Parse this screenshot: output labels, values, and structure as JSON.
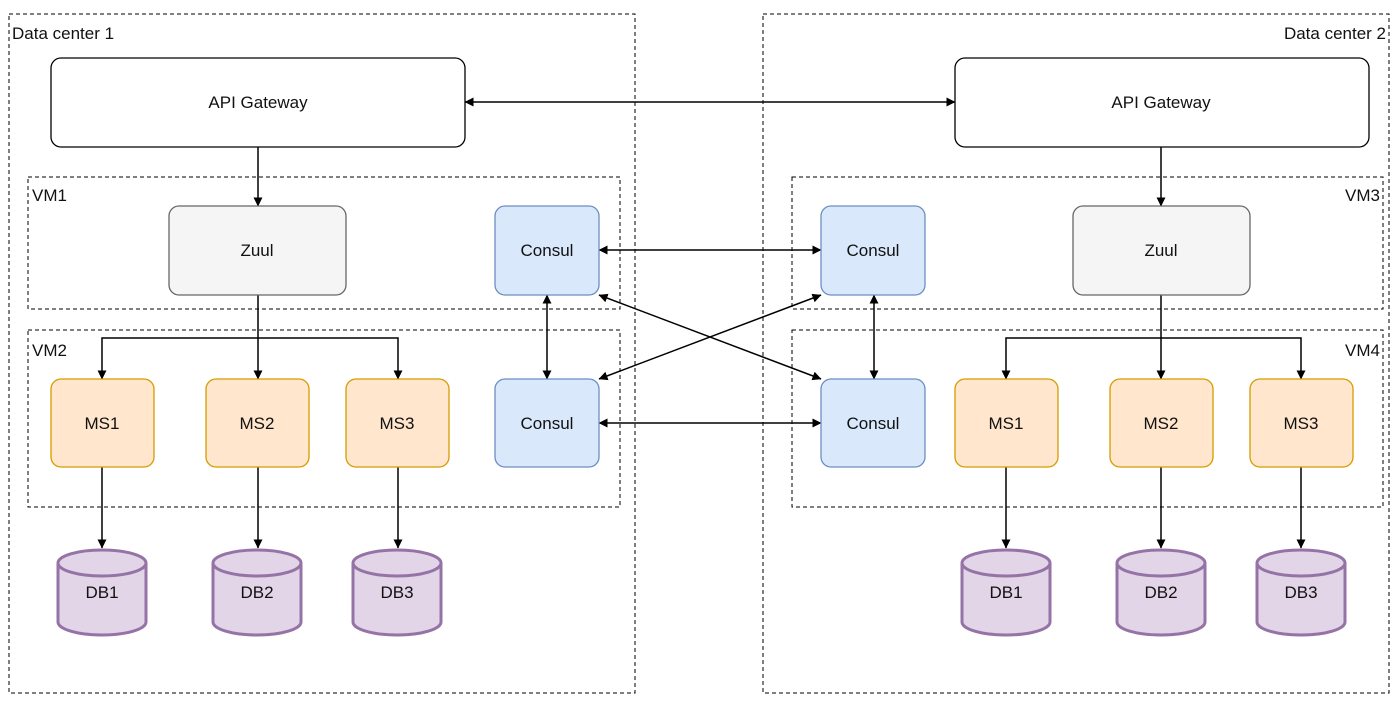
{
  "colors": {
    "gateway_fill": "#ffffff",
    "zuul_fill": "#f5f5f5",
    "zuul_stroke": "#666666",
    "consul_fill": "#dae8fc",
    "consul_stroke": "#6c8ebf",
    "ms_fill": "#ffe6cc",
    "ms_stroke": "#d79b00",
    "db_fill": "#e1d5e7",
    "db_stroke": "#9673a6",
    "line": "#000000"
  },
  "datacenters": [
    {
      "label": "Data center 1"
    },
    {
      "label": "Data center 2"
    }
  ],
  "vms": [
    {
      "label": "VM1"
    },
    {
      "label": "VM2"
    },
    {
      "label": "VM3"
    },
    {
      "label": "VM4"
    }
  ],
  "nodes": {
    "dc1_gateway": "API Gateway",
    "dc2_gateway": "API Gateway",
    "dc1_zuul": "Zuul",
    "dc2_zuul": "Zuul",
    "dc1_consul_top": "Consul",
    "dc1_consul_bottom": "Consul",
    "dc2_consul_top": "Consul",
    "dc2_consul_bottom": "Consul",
    "dc1_ms1": "MS1",
    "dc1_ms2": "MS2",
    "dc1_ms3": "MS3",
    "dc2_ms1": "MS1",
    "dc2_ms2": "MS2",
    "dc2_ms3": "MS3",
    "dc1_db1": "DB1",
    "dc1_db2": "DB2",
    "dc1_db3": "DB3",
    "dc2_db1": "DB1",
    "dc2_db2": "DB2",
    "dc2_db3": "DB3"
  }
}
